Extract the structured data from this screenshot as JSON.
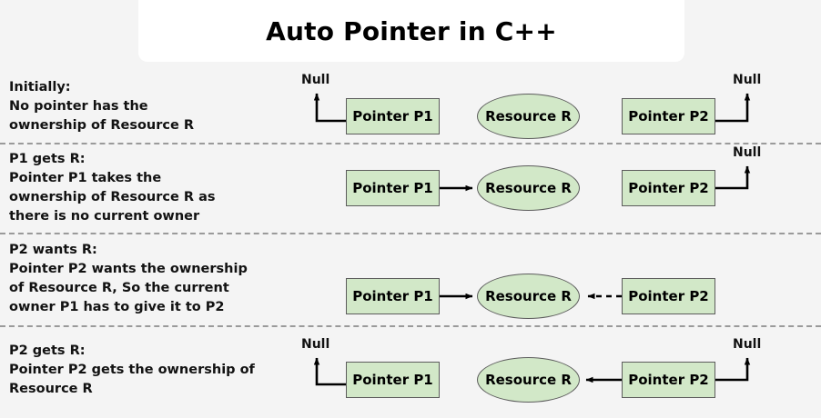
{
  "title": {
    "text": "Auto Pointer in C++"
  },
  "theme": {
    "page_background": "#f4f4f4",
    "banner_background": "#ffffff",
    "node_fill": "#d2e8c8",
    "node_stroke": "#5c5c5c",
    "arrow_color": "#000000",
    "divider_color": "#9a9a9a",
    "text_color": "#111111"
  },
  "labels": {
    "pointer_p1": "Pointer P1",
    "pointer_p2": "Pointer P2",
    "resource_r": "Resource R",
    "null": "Null"
  },
  "rows": [
    {
      "id": "initially",
      "caption_heading": "Initially:",
      "caption_lines": [
        "No pointer has the",
        "ownership of Resource R"
      ],
      "p1_null": true,
      "p2_null": true,
      "p1_to_r": "none",
      "p2_to_r": "none"
    },
    {
      "id": "p1-gets-r",
      "caption_heading": "P1 gets R:",
      "caption_lines": [
        "Pointer P1 takes the",
        "ownership of Resource R as",
        "there is no current owner"
      ],
      "p1_null": false,
      "p2_null": true,
      "p1_to_r": "solid",
      "p2_to_r": "none"
    },
    {
      "id": "p2-wants-r",
      "caption_heading": "P2 wants R:",
      "caption_lines": [
        "Pointer P2 wants the ownership",
        "of Resource R, So the current",
        "owner P1 has to give it to P2"
      ],
      "p1_null": false,
      "p2_null": false,
      "p1_to_r": "solid",
      "p2_to_r": "dashed"
    },
    {
      "id": "p2-gets-r",
      "caption_heading": "P2 gets R:",
      "caption_lines": [
        "Pointer P2 gets the ownership of",
        "Resource R"
      ],
      "p1_null": true,
      "p2_null": false,
      "p1_to_r": "none",
      "p2_to_r": "solid"
    }
  ]
}
